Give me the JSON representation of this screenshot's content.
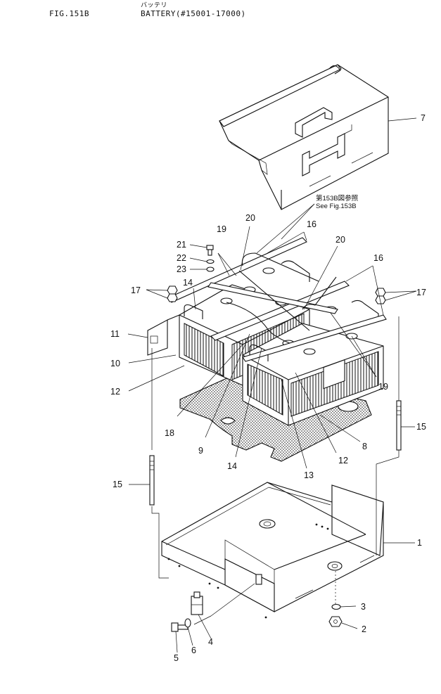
{
  "header": {
    "figure_number": "FIG.151B",
    "subtitle_jp": "バッテリ",
    "title": "BATTERY(#15001-17000)"
  },
  "reference_note": {
    "jp": "第153B図参照",
    "en": "See Fig.153B"
  },
  "callouts": [
    {
      "id": "c1",
      "text": "1"
    },
    {
      "id": "c2",
      "text": "2"
    },
    {
      "id": "c3",
      "text": "3"
    },
    {
      "id": "c4",
      "text": "4"
    },
    {
      "id": "c5",
      "text": "5"
    },
    {
      "id": "c6",
      "text": "6"
    },
    {
      "id": "c7",
      "text": "7"
    },
    {
      "id": "c8",
      "text": "8"
    },
    {
      "id": "c9",
      "text": "9"
    },
    {
      "id": "c10",
      "text": "10"
    },
    {
      "id": "c11",
      "text": "11"
    },
    {
      "id": "c12a",
      "text": "12"
    },
    {
      "id": "c12b",
      "text": "12"
    },
    {
      "id": "c13",
      "text": "13"
    },
    {
      "id": "c14a",
      "text": "14"
    },
    {
      "id": "c14b",
      "text": "14"
    },
    {
      "id": "c15a",
      "text": "15"
    },
    {
      "id": "c15b",
      "text": "15"
    },
    {
      "id": "c16a",
      "text": "16"
    },
    {
      "id": "c16b",
      "text": "16"
    },
    {
      "id": "c17a",
      "text": "17"
    },
    {
      "id": "c17b",
      "text": "17"
    },
    {
      "id": "c18",
      "text": "18"
    },
    {
      "id": "c19a",
      "text": "19"
    },
    {
      "id": "c19b",
      "text": "19"
    },
    {
      "id": "c20a",
      "text": "20"
    },
    {
      "id": "c20b",
      "text": "20"
    },
    {
      "id": "c21",
      "text": "21"
    },
    {
      "id": "c22",
      "text": "22"
    },
    {
      "id": "c23",
      "text": "23"
    }
  ]
}
